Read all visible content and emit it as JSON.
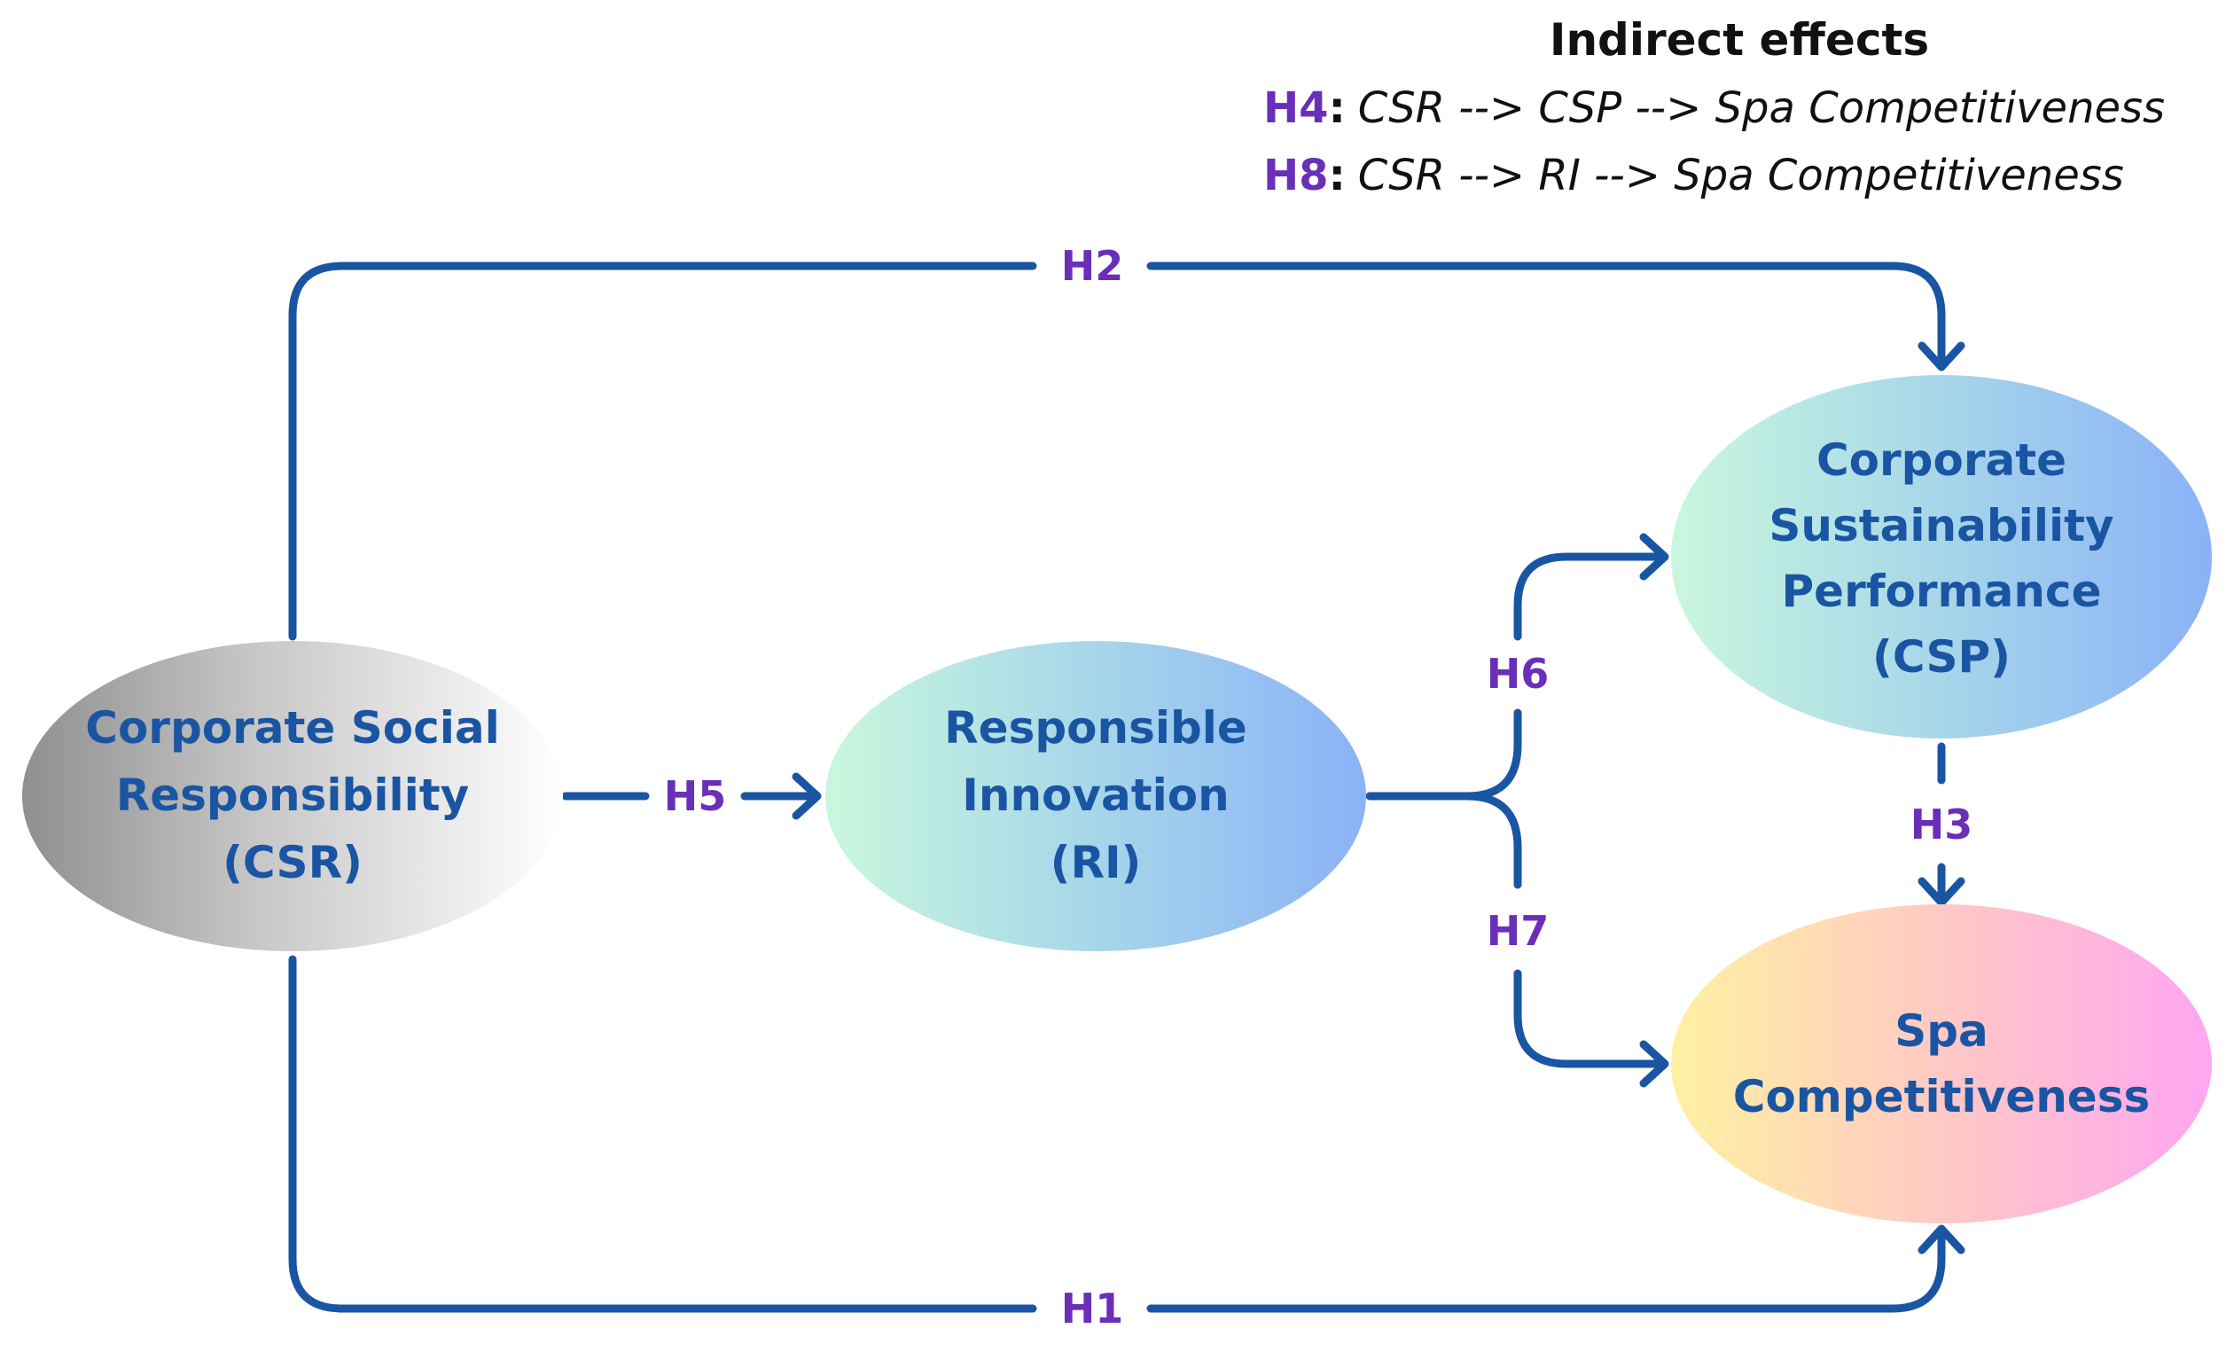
{
  "legend": {
    "title": "Indirect effects",
    "items": [
      {
        "code": "H4",
        "colon": ":",
        "path": "CSR --> CSP --> Spa Competitiveness"
      },
      {
        "code": "H8",
        "colon": ":",
        "path": "CSR --> RI --> Spa Competitiveness"
      }
    ]
  },
  "nodes": {
    "csr": {
      "lines": [
        "Corporate Social",
        "Responsibility",
        "(CSR)"
      ]
    },
    "ri": {
      "lines": [
        "Responsible",
        "Innovation",
        "(RI)"
      ]
    },
    "csp": {
      "lines": [
        "Corporate",
        "Sustainability",
        "Performance",
        "(CSP)"
      ]
    },
    "spa": {
      "lines": [
        "Spa",
        "Competitiveness"
      ]
    }
  },
  "edges": {
    "h1": "H1",
    "h2": "H2",
    "h3": "H3",
    "h5": "H5",
    "h6": "H6",
    "h7": "H7"
  },
  "colors": {
    "arrow": "#1a55a3",
    "node_text": "#1a55a3",
    "hypothesis": "#6a2fb8"
  }
}
